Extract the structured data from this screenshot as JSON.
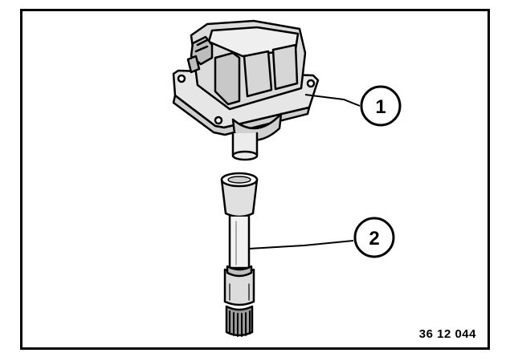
{
  "callouts": [
    {
      "number": "1",
      "part": "ignition-coil"
    },
    {
      "number": "2",
      "part": "spark-plug-connector"
    }
  ],
  "figure_code": "36 12 044",
  "colors": {
    "ink": "#000000",
    "paper": "#ffffff",
    "shade": "#d8d8d8",
    "light": "#eeeeee"
  }
}
